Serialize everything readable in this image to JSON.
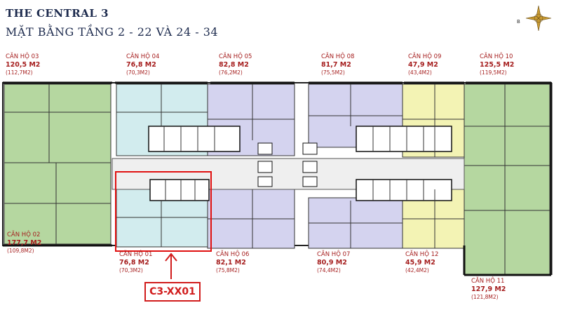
{
  "header": {
    "title": "THE CENTRAL 3",
    "subtitle": "MẶT BẰNG TẦNG 2 - 22 VÀ 24 - 34"
  },
  "compass": {
    "letter": "B"
  },
  "colors": {
    "green": "#b5d7a0",
    "light_blue": "#d2ecee",
    "lavender": "#d4d3ef",
    "yellow": "#f3f3b4",
    "label_red": "#a51d1d",
    "highlight_red": "#e01010"
  },
  "apartments": [
    {
      "id": "03",
      "name": "CĂN HỘ 03",
      "area": "120,5 M2",
      "sub": "(112,7M2)"
    },
    {
      "id": "04",
      "name": "CĂN HỘ 04",
      "area": "76,8 M2",
      "sub": "(70,3M2)"
    },
    {
      "id": "05",
      "name": "CĂN HỘ 05",
      "area": "82,8 M2",
      "sub": "(76,2M2)"
    },
    {
      "id": "08",
      "name": "CĂN HỘ 08",
      "area": "81,7 M2",
      "sub": "(75,5M2)"
    },
    {
      "id": "09",
      "name": "CĂN HỘ 09",
      "area": "47,9 M2",
      "sub": "(43,4M2)"
    },
    {
      "id": "10",
      "name": "CĂN HỘ 10",
      "area": "125,5 M2",
      "sub": "(119,5M2)"
    },
    {
      "id": "02",
      "name": "CĂN HỘ 02",
      "area": "177,7 M2",
      "sub": "(109,8M2)"
    },
    {
      "id": "01",
      "name": "CĂN HỘ 01",
      "area": "76,8 M2",
      "sub": "(70,3M2)"
    },
    {
      "id": "06",
      "name": "CĂN HỘ 06",
      "area": "82,1 M2",
      "sub": "(75,8M2)"
    },
    {
      "id": "07",
      "name": "CĂN HỘ 07",
      "area": "80,9 M2",
      "sub": "(74,4M2)"
    },
    {
      "id": "12",
      "name": "CĂN HỘ 12",
      "area": "45,9 M2",
      "sub": "(42,4M2)"
    },
    {
      "id": "11",
      "name": "CĂN HỘ 11",
      "area": "127,9 M2",
      "sub": "(121,8M2)"
    }
  ],
  "selected_tag": "C3-XX01"
}
